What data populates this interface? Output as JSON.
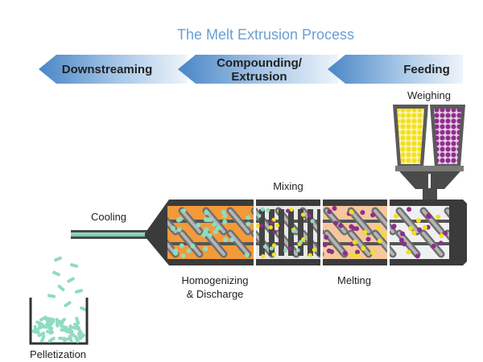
{
  "title": "The Melt Extrusion Process",
  "stages": {
    "downstreaming": "Downstreaming",
    "compounding_line1": "Compounding/",
    "compounding_line2": "Extrusion",
    "feeding": "Feeding"
  },
  "labels": {
    "weighing": "Weighing",
    "mixing": "Mixing",
    "cooling": "Cooling",
    "homogenizing_line1": "Homogenizing",
    "homogenizing_line2": "& Discharge",
    "melting": "Melting",
    "pelletization": "Pelletization"
  },
  "colors": {
    "title": "#6a9fd4",
    "arrow_dark": "#4a86c6",
    "arrow_light": "#e4eef8",
    "barrel": "#3b3b3b",
    "screw": "#8f8f8f",
    "yellow_pellet": "#f2e01c",
    "purple_pellet": "#8e2e8c",
    "green_pellet": "#8fdcc0",
    "orange_zone": "#f39a3a",
    "peach_zone": "#f6c79d",
    "light_zone": "#eef0f2"
  }
}
